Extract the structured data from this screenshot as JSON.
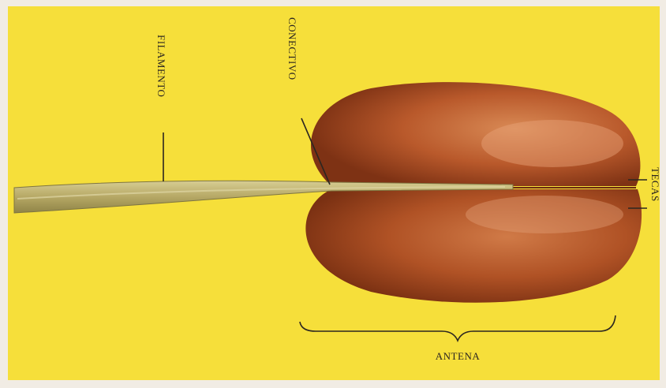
{
  "labels": {
    "filament": "FILAMENTO",
    "connective": "CONECTIVO",
    "thecae": "TECAS",
    "anther": "ANTENA"
  },
  "colors": {
    "page": "#f1ece4",
    "background": "#f6df3a",
    "anther_dark": "#8e3a17",
    "anther_mid": "#b9592b",
    "anther_light": "#d98a55",
    "filament": "#bfb070",
    "leader_line": "#2c2620"
  }
}
